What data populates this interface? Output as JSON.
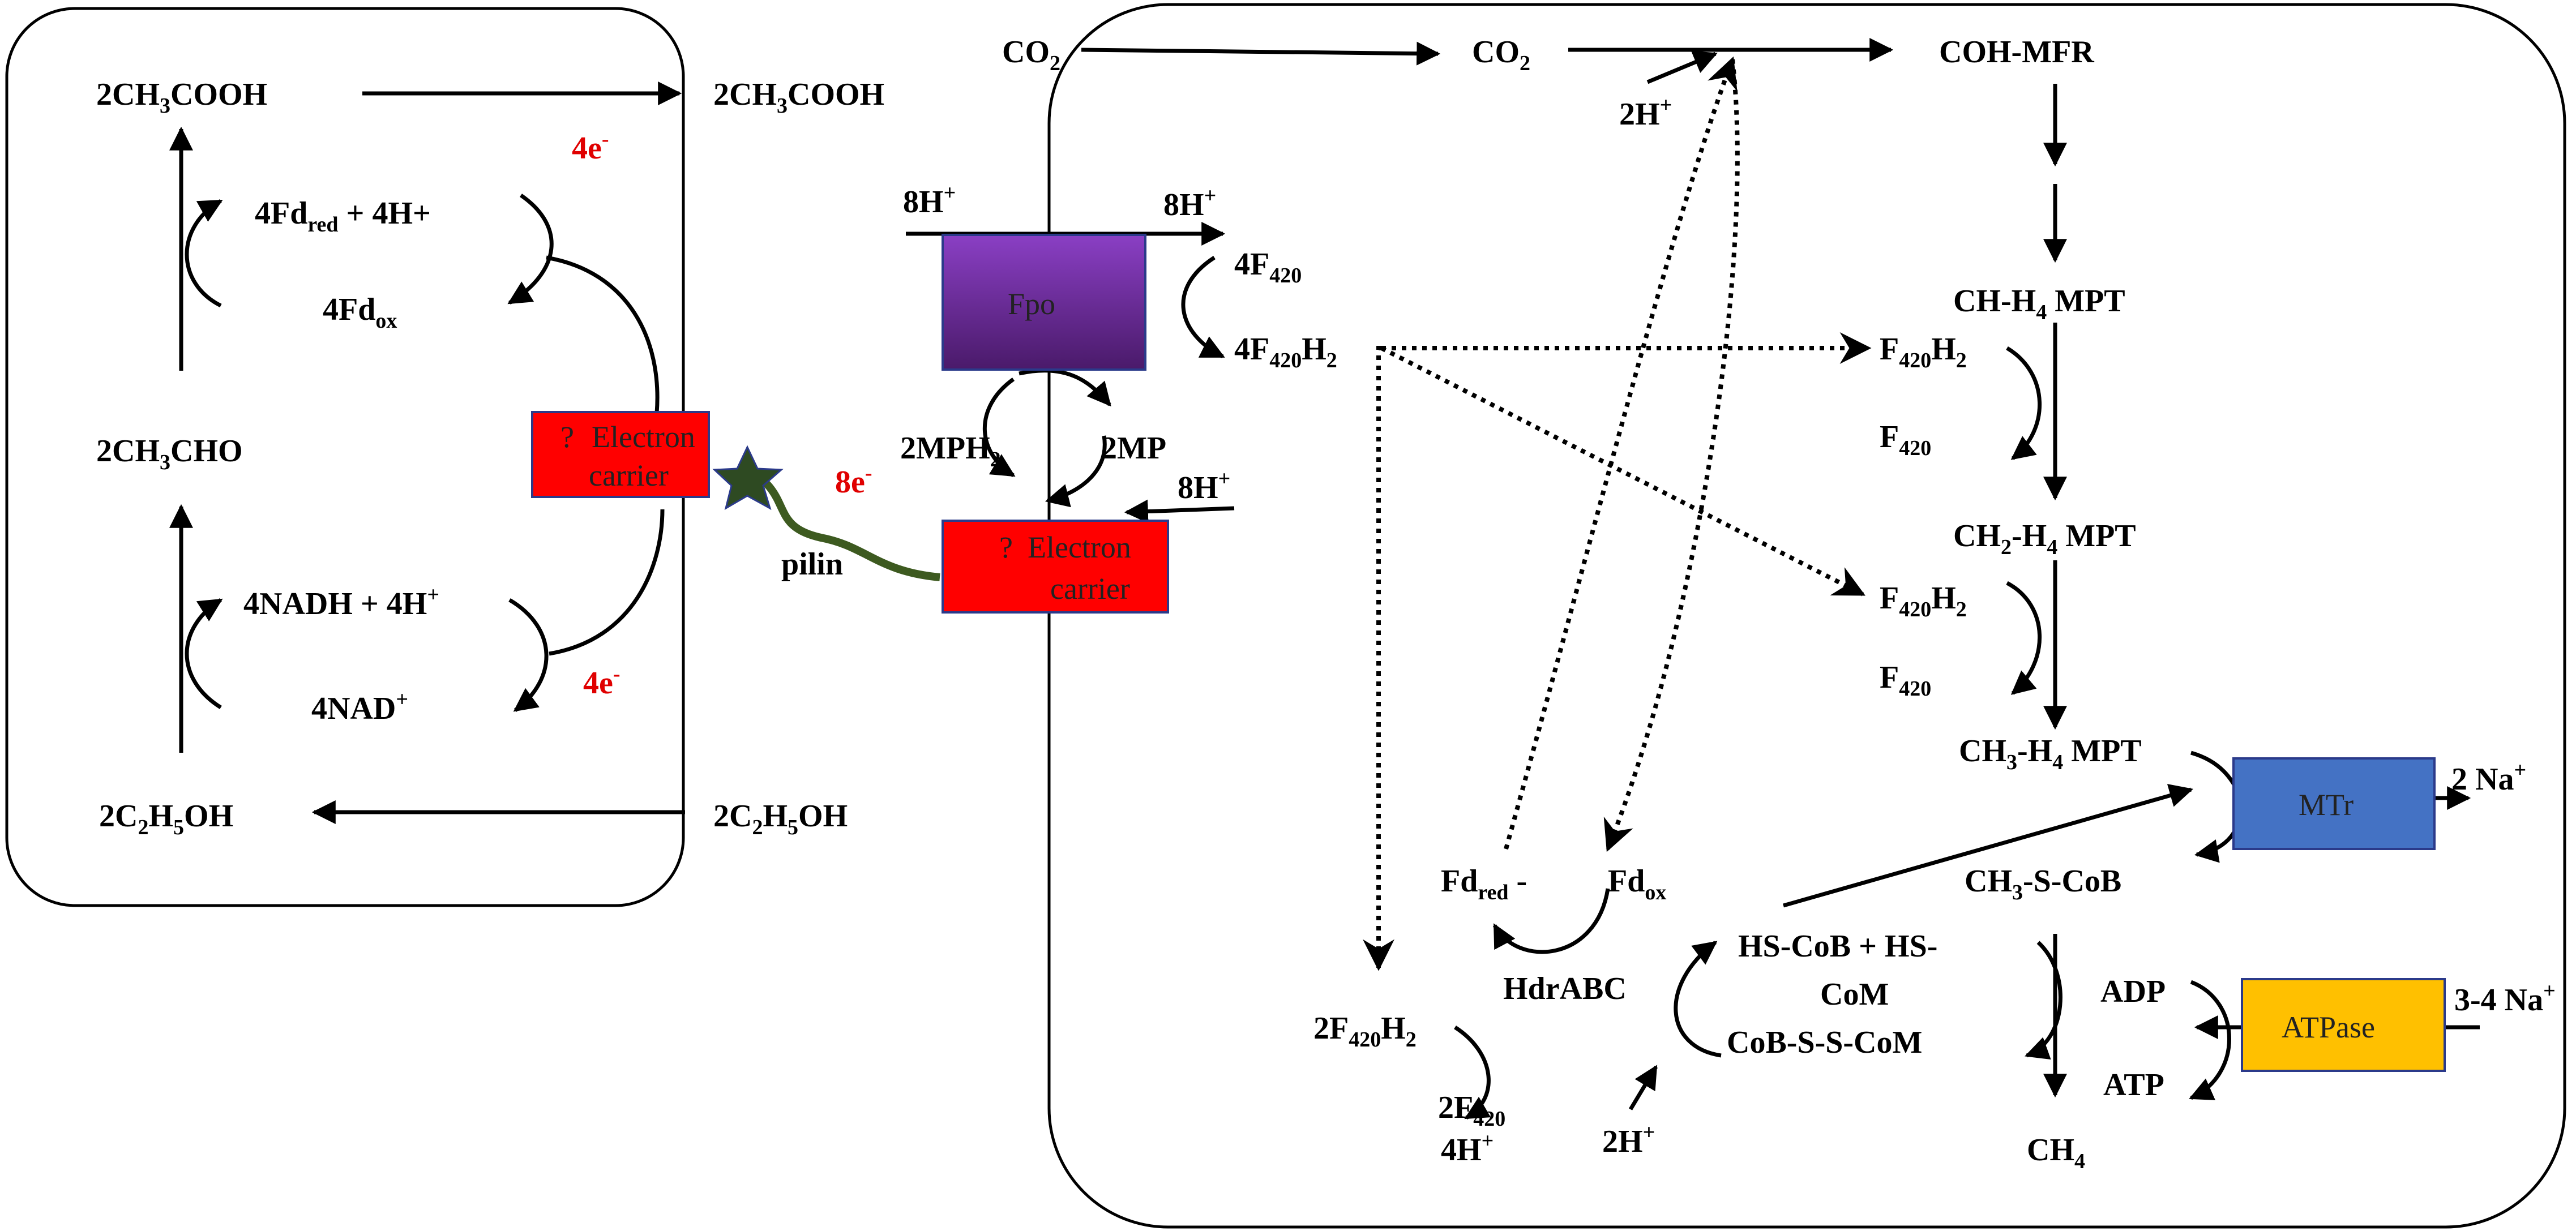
{
  "colors": {
    "electron_carrier": "#ff0000",
    "fpo": "#6a2a9a",
    "mtr": "#4472c4",
    "atpase": "#ffc000",
    "pilin": "#3d5a20",
    "star": "#2e4a22",
    "red_text": "#e00000"
  },
  "left_cell": {
    "acetic_left": [
      "2CH",
      "3",
      "COOH"
    ],
    "acetic_right": [
      "2CH",
      "3",
      "COOH"
    ],
    "fd_red": [
      "4Fd",
      "red",
      " + 4H+"
    ],
    "fd_ox": [
      "4Fd",
      "ox"
    ],
    "acetaldehyde": [
      "2CH",
      "3",
      "CHO"
    ],
    "nadh": [
      "4NADH + 4H",
      "+"
    ],
    "nad": [
      "4NAD",
      "+"
    ],
    "ethanol_left": [
      "2C",
      "2",
      "H",
      "5",
      "OH"
    ],
    "ethanol_right": [
      "2C",
      "2",
      "H",
      "5",
      "OH"
    ],
    "e_top": [
      "4e",
      "-"
    ],
    "e_bottom": [
      "4e",
      "-"
    ],
    "carrier": {
      "q": "?",
      "line1": "Electron",
      "line2": "carrier"
    }
  },
  "pilin": {
    "label": "pilin",
    "electrons": [
      "8e",
      "-"
    ]
  },
  "right_cell": {
    "co2_in": [
      "CO",
      "2"
    ],
    "co2": [
      "CO",
      "2"
    ],
    "coh_mfr": "COH-MFR",
    "h2_top": [
      "2H",
      "+"
    ],
    "h8_left": [
      "8H",
      "+"
    ],
    "h8_right": [
      "8H",
      "+"
    ],
    "fpo": "Fpo",
    "f420_4": [
      "4F",
      "420"
    ],
    "f420h2_4": [
      "4F",
      "420",
      "H",
      "2"
    ],
    "mph2": [
      "2MPH",
      "2"
    ],
    "mp": "2MP",
    "h8_mid": [
      "8H",
      "+"
    ],
    "carrier": {
      "q": "?",
      "line1": "Electron",
      "line2": "carrier"
    },
    "ch_h4mpt": [
      "CH-H",
      "4",
      " MPT"
    ],
    "f420h2_a": [
      "F",
      "420",
      "H",
      "2"
    ],
    "f420_a": [
      "F",
      "420"
    ],
    "ch2_h4mpt": [
      "CH",
      "2",
      "-H",
      "4",
      " MPT"
    ],
    "f420h2_b": [
      "F",
      "420",
      "H",
      "2"
    ],
    "f420_b": [
      "F",
      "420"
    ],
    "ch3_h4mpt": [
      "CH",
      "3",
      "-H",
      "4",
      " MPT"
    ],
    "mtr": "MTr",
    "na2": [
      "2 Na",
      "+"
    ],
    "ch3_s_cob": [
      "CH",
      "3",
      "-S-CoB"
    ],
    "fd_red": [
      "Fd",
      "red",
      " -"
    ],
    "fd_ox": [
      "Fd",
      "ox"
    ],
    "hdrabc": "HdrABC",
    "hs_cob_1": "HS-CoB + HS-",
    "hs_cob_2": "CoM",
    "cob_s_s_com": "CoB-S-S-CoM",
    "f420h2_2": [
      "2F",
      "420",
      "H",
      "2"
    ],
    "f420_2": [
      "2F",
      "420"
    ],
    "h4": [
      "4H",
      "+"
    ],
    "h2_bottom": [
      "2H",
      "+"
    ],
    "adp": "ADP",
    "atp": "ATP",
    "atpase": "ATPase",
    "na34": [
      "3-4 Na",
      "+"
    ],
    "ch4": [
      "CH",
      "4"
    ]
  }
}
